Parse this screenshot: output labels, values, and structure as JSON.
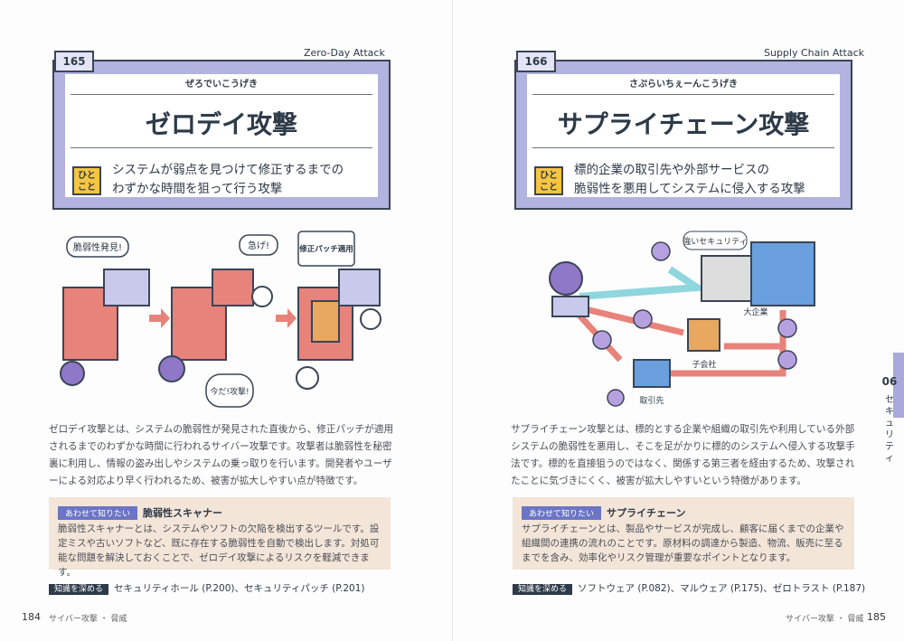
{
  "left": {
    "number": "165",
    "english": "Zero-Day Attack",
    "reading": "ぜろでいこうげき",
    "title": "ゼロデイ攻撃",
    "hitokoto_label": [
      "ひと",
      "こと"
    ],
    "summary": [
      "システムが弱点を見つけて修正するまでの",
      "わずかな時間を狙って行う攻撃"
    ],
    "illustration": {
      "bubble1": "脆弱性発見!",
      "bubble2": "急げ!",
      "bubble3": "修正パッチ適用",
      "bubble4": "今だ!攻撃!"
    },
    "body": "ゼロデイ攻撃とは、システムの脆弱性が発見された直後から、修正パッチが適用されるまでのわずかな時間に行われるサイバー攻撃です。攻撃者は脆弱性を秘密裏に利用し、情報の盗み出しやシステムの乗っ取りを行います。開発者やユーザーによる対応より早く行われるため、被害が拡大しやすい点が特徴です。",
    "box": {
      "tag": "あわせて知りたい",
      "title": "脆弱性スキャナー",
      "text": "脆弱性スキャナーとは、システムやソフトの欠陥を検出するツールです。設定ミスや古いソフトなど、既に存在する脆弱性を自動で検出します。対処可能な問題を解決しておくことで、ゼロデイ攻撃によるリスクを軽減できます。"
    },
    "related": {
      "tag": "知識を深める",
      "text": "セキュリティホール (P.200)、セキュリティパッチ (P.201)"
    },
    "footer": "サイバー攻撃 ・ 脅威",
    "page": "184"
  },
  "right": {
    "number": "166",
    "english": "Supply Chain Attack",
    "reading": "さぷらいちぇーんこうげき",
    "title": "サプライチェーン攻撃",
    "hitokoto_label": [
      "ひと",
      "こと"
    ],
    "summary": [
      "標的企業の取引先や外部サービスの",
      "脆弱性を悪用してシステムに侵入する攻撃"
    ],
    "illustration": {
      "bubble": "強いセキュリティ",
      "big": "大企業",
      "sub": "子会社",
      "partner": "取引先"
    },
    "body": "サプライチェーン攻撃とは、標的とする企業や組織の取引先や利用している外部システムの脆弱性を悪用し、そこを足がかりに標的のシステムへ侵入する攻撃手法です。標的を直接狙うのではなく、関係する第三者を経由するため、攻撃されたことに気づきにくく、被害が拡大しやすいという特徴があります。",
    "box": {
      "tag": "あわせて知りたい",
      "title": "サプライチェーン",
      "text": "サプライチェーンとは、製品やサービスが完成し、顧客に届くまでの企業や組織間の連携の流れのことです。原材料の調達から製造、物流、販売に至るまでを含み、効率化やリスク管理が重要なポイントとなります。"
    },
    "related": {
      "tag": "知識を深める",
      "text": "ソフトウェア (P.082)、マルウェア (P.175)、ゼロトラスト (P.187)"
    },
    "footer": "サイバー攻撃 ・ 脅威",
    "page": "185"
  },
  "side_tab": {
    "number": "06",
    "label": "セキュリティ"
  },
  "colors": {
    "card": "#b3b3e0",
    "hitokoto": "#f6c544",
    "box": "#f3e5d8",
    "tag": "#6c75c4",
    "ink": "#2d3a48"
  }
}
